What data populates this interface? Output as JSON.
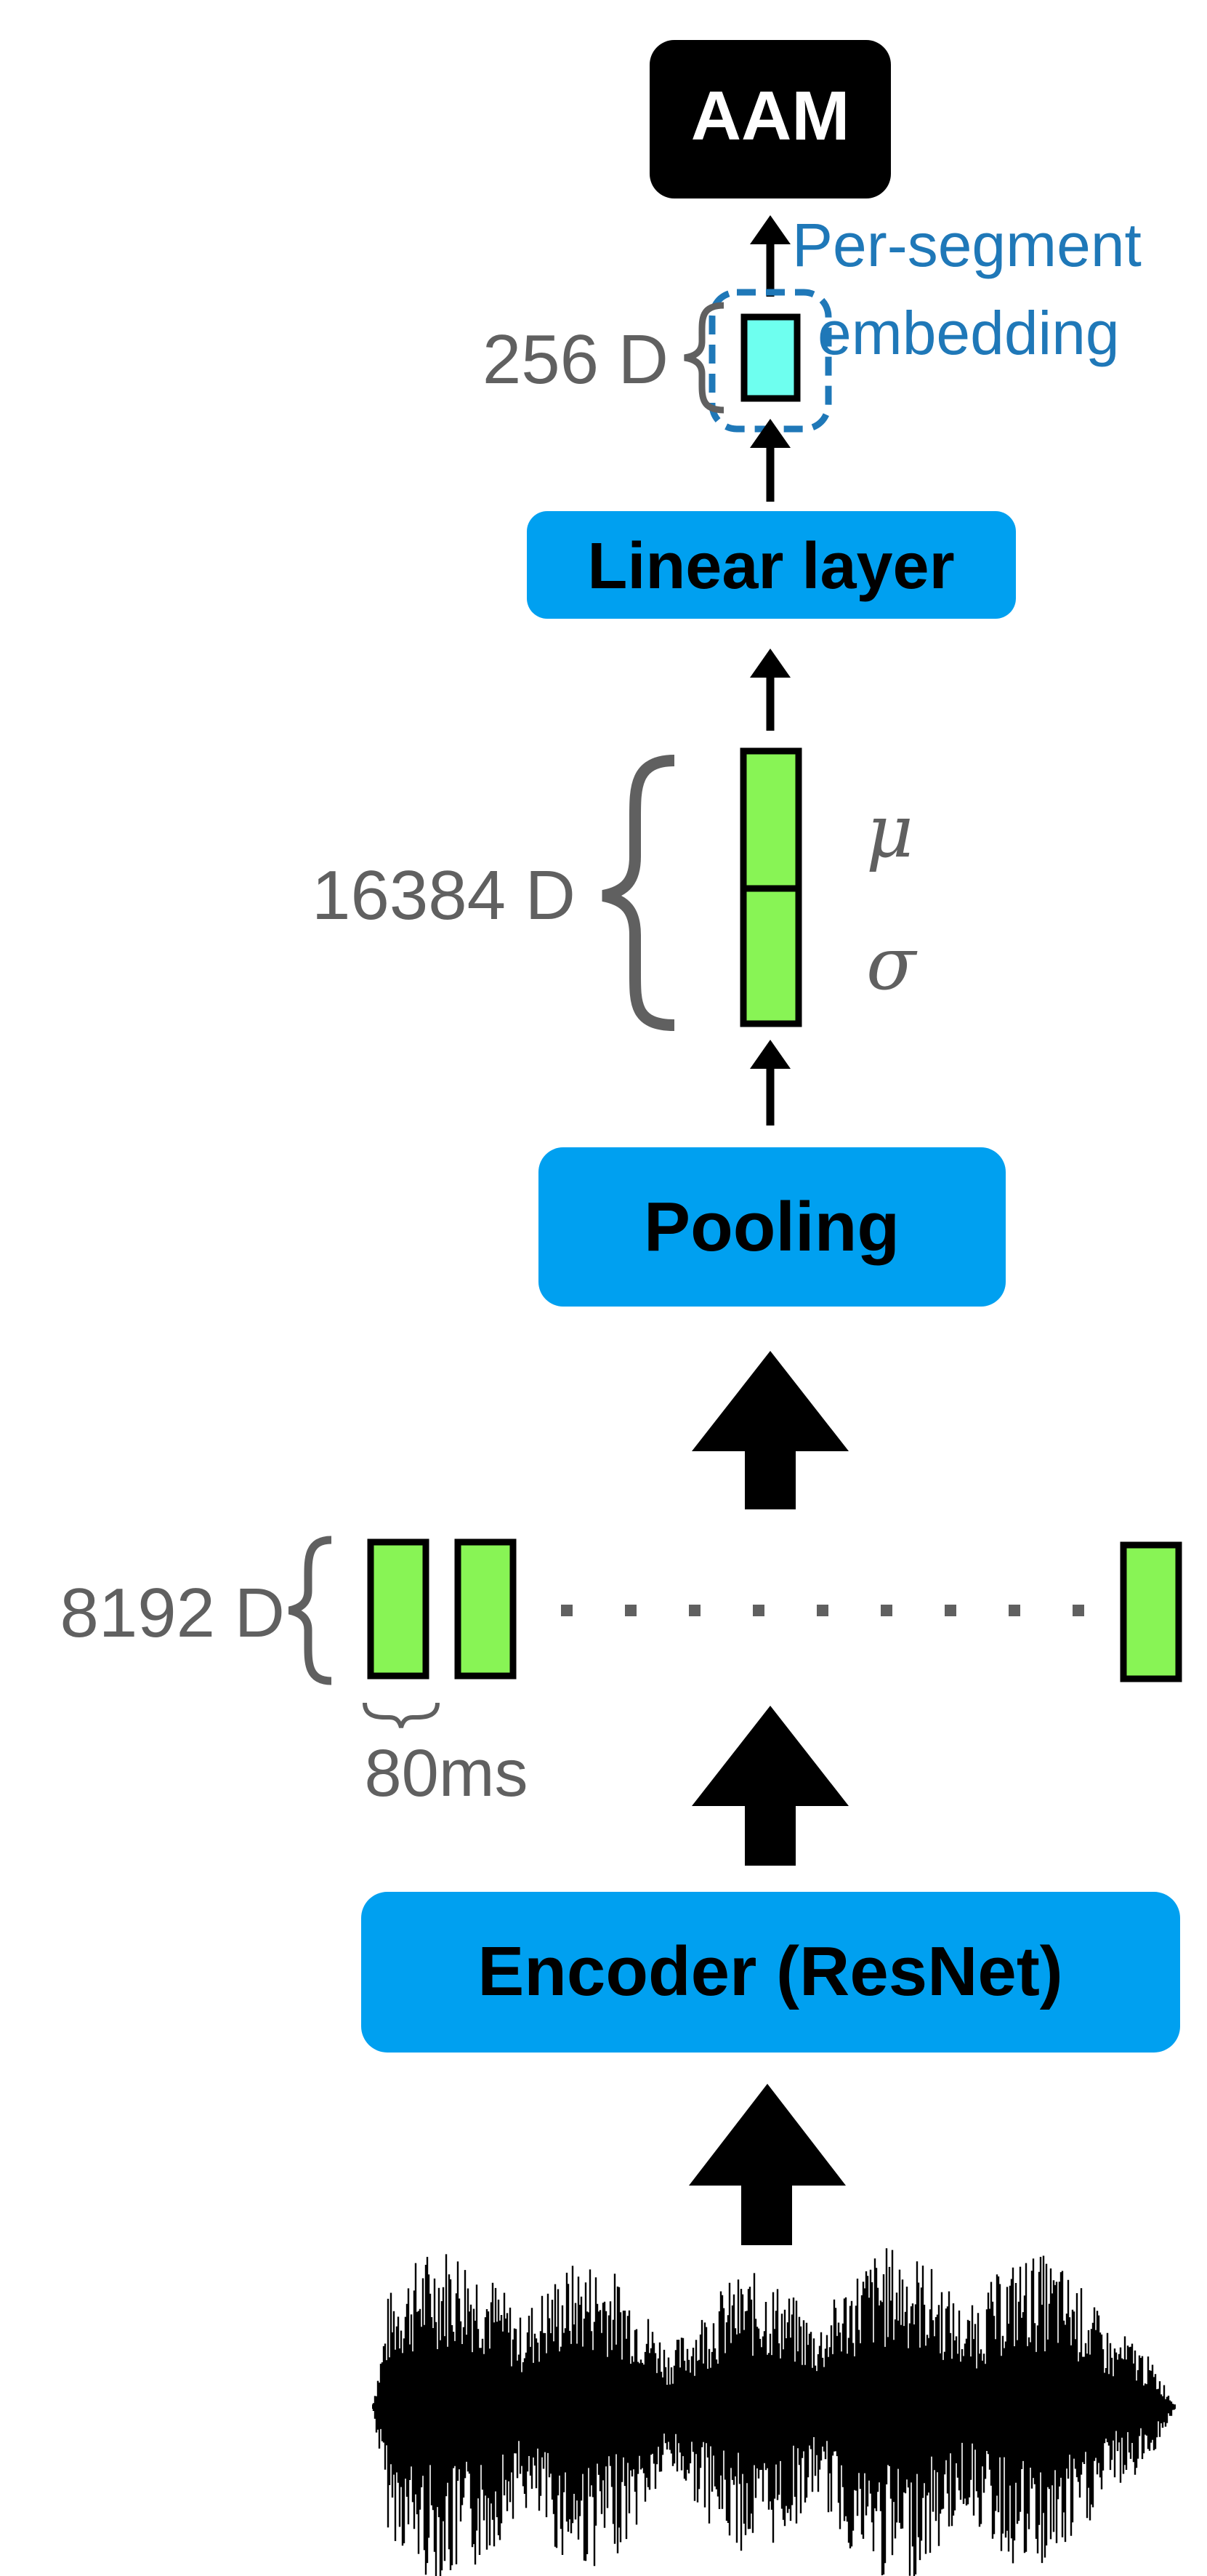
{
  "colors": {
    "block_blue": "#00a0f0",
    "feature_green": "#88f455",
    "embedding_cyan": "#6effef",
    "annotation_blue": "#1f78b8",
    "label_gray": "#606060",
    "aam_black": "#000000"
  },
  "blocks": {
    "aam": "AAM",
    "linear_layer": "Linear layer",
    "pooling": "Pooling",
    "encoder": "Encoder (ResNet)"
  },
  "annotations": {
    "per_segment_line1": "Per-segment",
    "per_segment_line2": "embedding",
    "dim_256": "256 D",
    "dim_16384": "16384 D",
    "dim_8192": "8192 D",
    "frame_duration": "80ms",
    "mu": "μ",
    "sigma": "σ"
  },
  "icons": {
    "input": "waveform-icon",
    "flow": "up-arrow-icon"
  }
}
